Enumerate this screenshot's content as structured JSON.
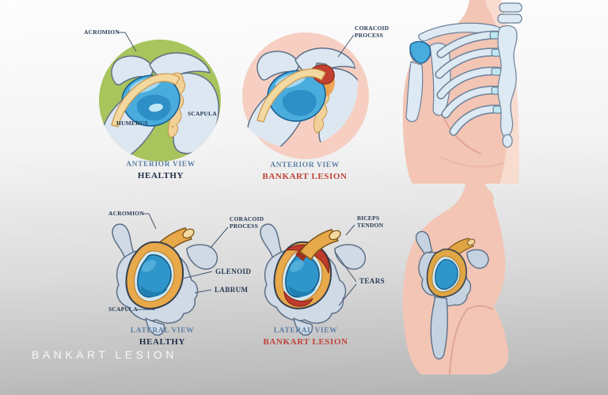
{
  "caption": "BANKART LESION",
  "colors": {
    "healthy_circle": "#a8c45c",
    "lesion_circle": "#f6cfc2",
    "bone": "#dce7f1",
    "bone_outline": "#5d7087",
    "cartilage_blue": "#49acdd",
    "glenoid_blue": "#2f96cc",
    "labrum_orange": "#e8a94b",
    "ligament_tan": "#f3d9a0",
    "tear_red": "#bf3b2d",
    "label_navy": "#263a54",
    "view_blue": "#5e80a6",
    "status_red": "#c0423a",
    "skin_pink": "#f2c5b5"
  },
  "panels": {
    "anterior_healthy": {
      "view": "ANTERIOR VIEW",
      "status": "HEALTHY",
      "labels": {
        "acromion": "ACROMION",
        "humerus": "HUMERUS",
        "scapula": "SCAPULA"
      }
    },
    "anterior_lesion": {
      "view": "ANTERIOR VIEW",
      "status": "BANKART LESION",
      "labels": {
        "coracoid_process": "CORACOID PROCESS"
      }
    },
    "lateral_healthy": {
      "view": "LATERAL VIEW",
      "status": "HEALTHY",
      "labels": {
        "acromion": "ACROMION",
        "coracoid_process": "CORACOID PROCESS",
        "glenoid": "GLENOID",
        "labrum": "LABRUM",
        "scapula": "SCAPULA"
      }
    },
    "lateral_lesion": {
      "view": "LATERAL VIEW",
      "status": "BANKART LESION",
      "labels": {
        "biceps_tendon": "BICEPS TENDON",
        "tears": "TEARS"
      }
    }
  }
}
